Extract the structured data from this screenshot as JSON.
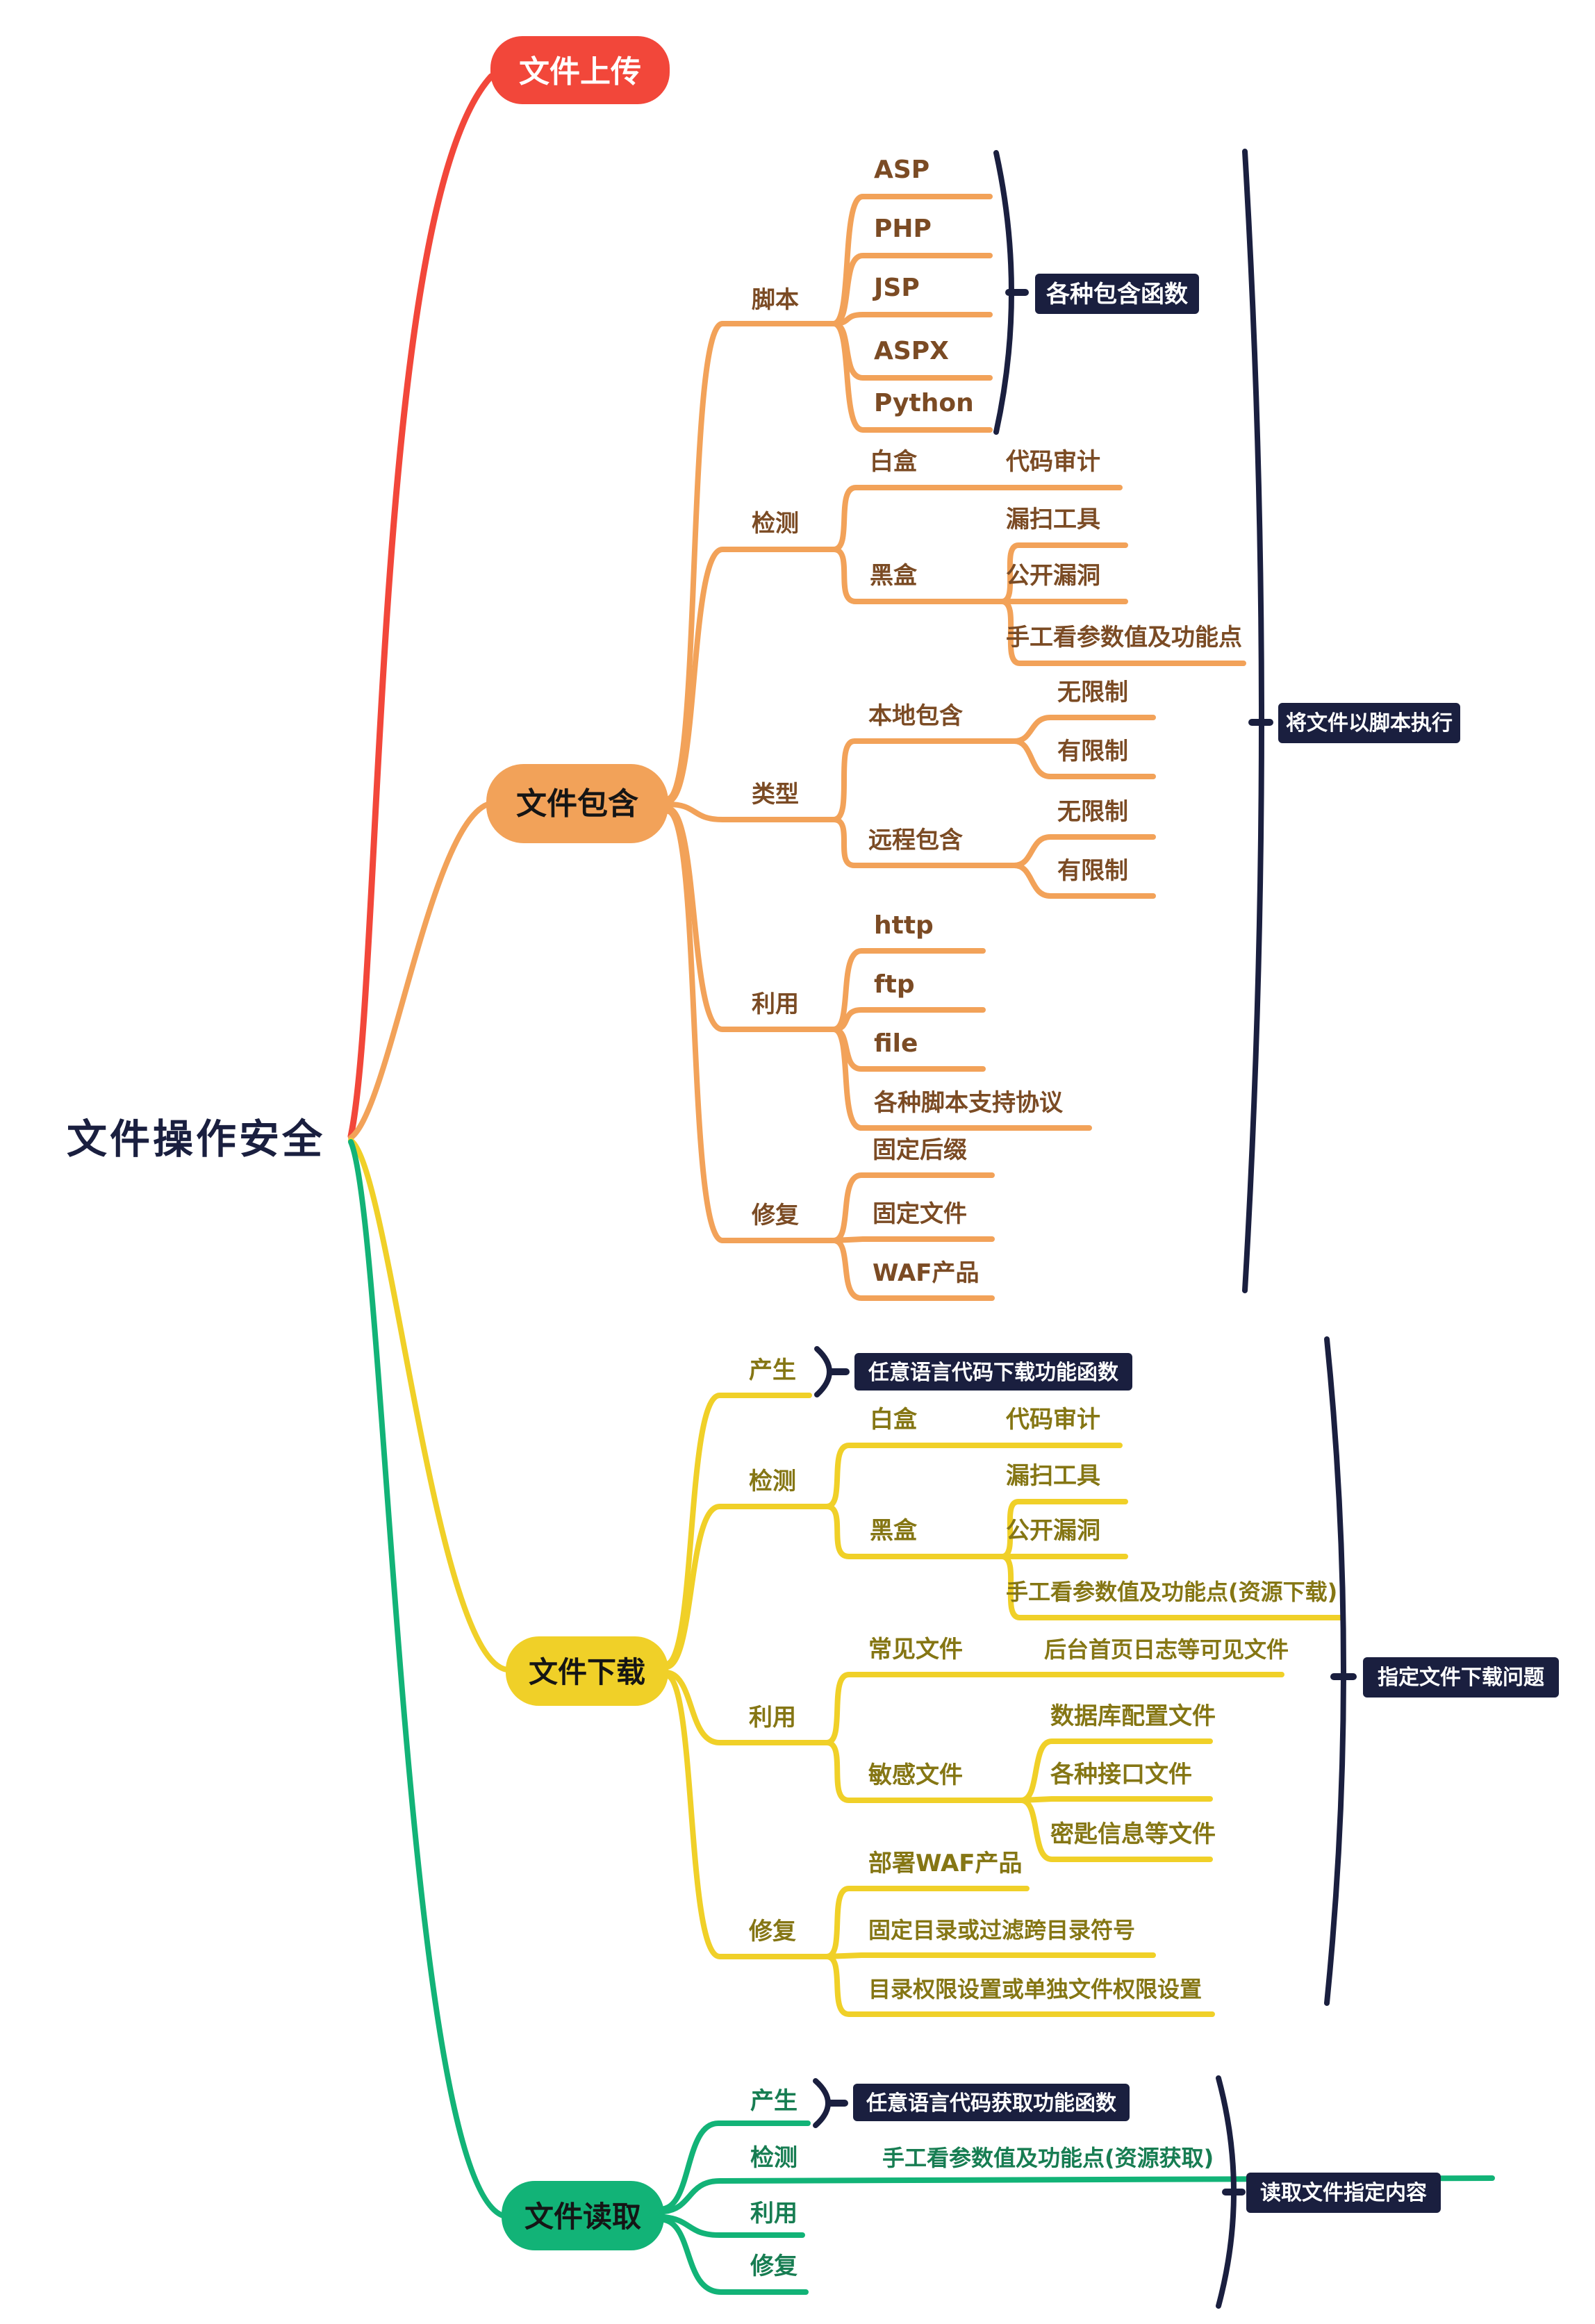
{
  "root": {
    "title": "文件操作安全"
  },
  "upload": {
    "label": "文件上传"
  },
  "include": {
    "label": "文件包含",
    "script": {
      "label": "脚本",
      "items": [
        "ASP",
        "PHP",
        "JSP",
        "ASPX",
        "Python"
      ],
      "summary": "各种包含函数"
    },
    "detect": {
      "label": "检测",
      "whitebox": "白盒",
      "whitebox_leaf": "代码审计",
      "blackbox": "黑盒",
      "blackbox_leaves": [
        "漏扫工具",
        "公开漏洞",
        "手工看参数值及功能点"
      ]
    },
    "type": {
      "label": "类型",
      "local": "本地包含",
      "local_leaves": [
        "无限制",
        "有限制"
      ],
      "remote": "远程包含",
      "remote_leaves": [
        "无限制",
        "有限制"
      ]
    },
    "exploit": {
      "label": "利用",
      "items": [
        "http",
        "ftp",
        "file",
        "各种脚本支持协议"
      ]
    },
    "fix": {
      "label": "修复",
      "items": [
        "固定后缀",
        "固定文件",
        "WAF产品"
      ]
    },
    "summary": "将文件以脚本执行"
  },
  "download": {
    "label": "文件下载",
    "produce": {
      "label": "产生",
      "summary": "任意语言代码下载功能函数"
    },
    "detect": {
      "label": "检测",
      "whitebox": "白盒",
      "whitebox_leaf": "代码审计",
      "blackbox": "黑盒",
      "blackbox_leaves": [
        "漏扫工具",
        "公开漏洞",
        "手工看参数值及功能点(资源下载)"
      ]
    },
    "exploit": {
      "label": "利用",
      "common": "常见文件",
      "common_leaf": "后台首页日志等可见文件",
      "sensitive": "敏感文件",
      "sensitive_leaves": [
        "数据库配置文件",
        "各种接口文件",
        "密匙信息等文件"
      ]
    },
    "fix": {
      "label": "修复",
      "items": [
        "部署WAF产品",
        "固定目录或过滤跨目录符号",
        "目录权限设置或单独文件权限设置"
      ]
    },
    "summary": "指定文件下载问题"
  },
  "read": {
    "label": "文件读取",
    "produce": {
      "label": "产生",
      "summary": "任意语言代码获取功能函数"
    },
    "detect": {
      "label": "检测",
      "leaf": "手工看参数值及功能点(资源获取)"
    },
    "exploit": {
      "label": "利用"
    },
    "fix": {
      "label": "修复"
    },
    "summary": "读取文件指定内容"
  },
  "colors": {
    "red": "#F2473A",
    "orange": "#F2A259",
    "yellow": "#F0D028",
    "green": "#12B377",
    "navy": "#1A1F3F",
    "brown_text": "#7B4B24",
    "olive_text": "#857614",
    "green_text": "#177D52"
  }
}
